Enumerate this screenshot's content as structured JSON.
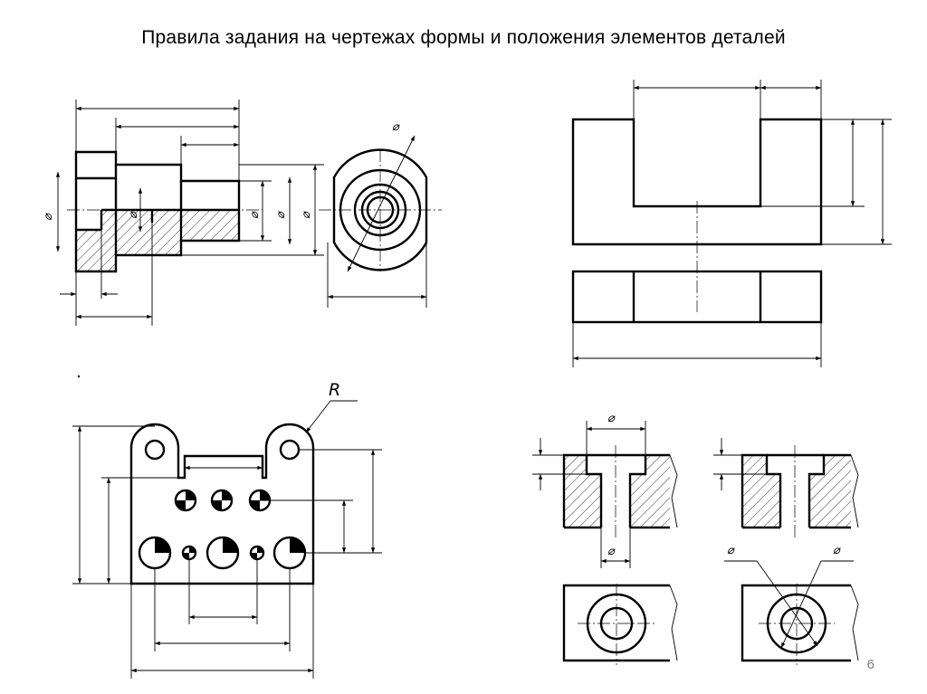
{
  "slide": {
    "title": "Правила задания на чертежах формы и положения элементов деталей",
    "page_number": "6"
  },
  "symbols": {
    "diameter": "⌀",
    "radius": "R"
  },
  "colors": {
    "line": "#000000",
    "background": "#ffffff",
    "page_number": "#7a7a7a"
  }
}
